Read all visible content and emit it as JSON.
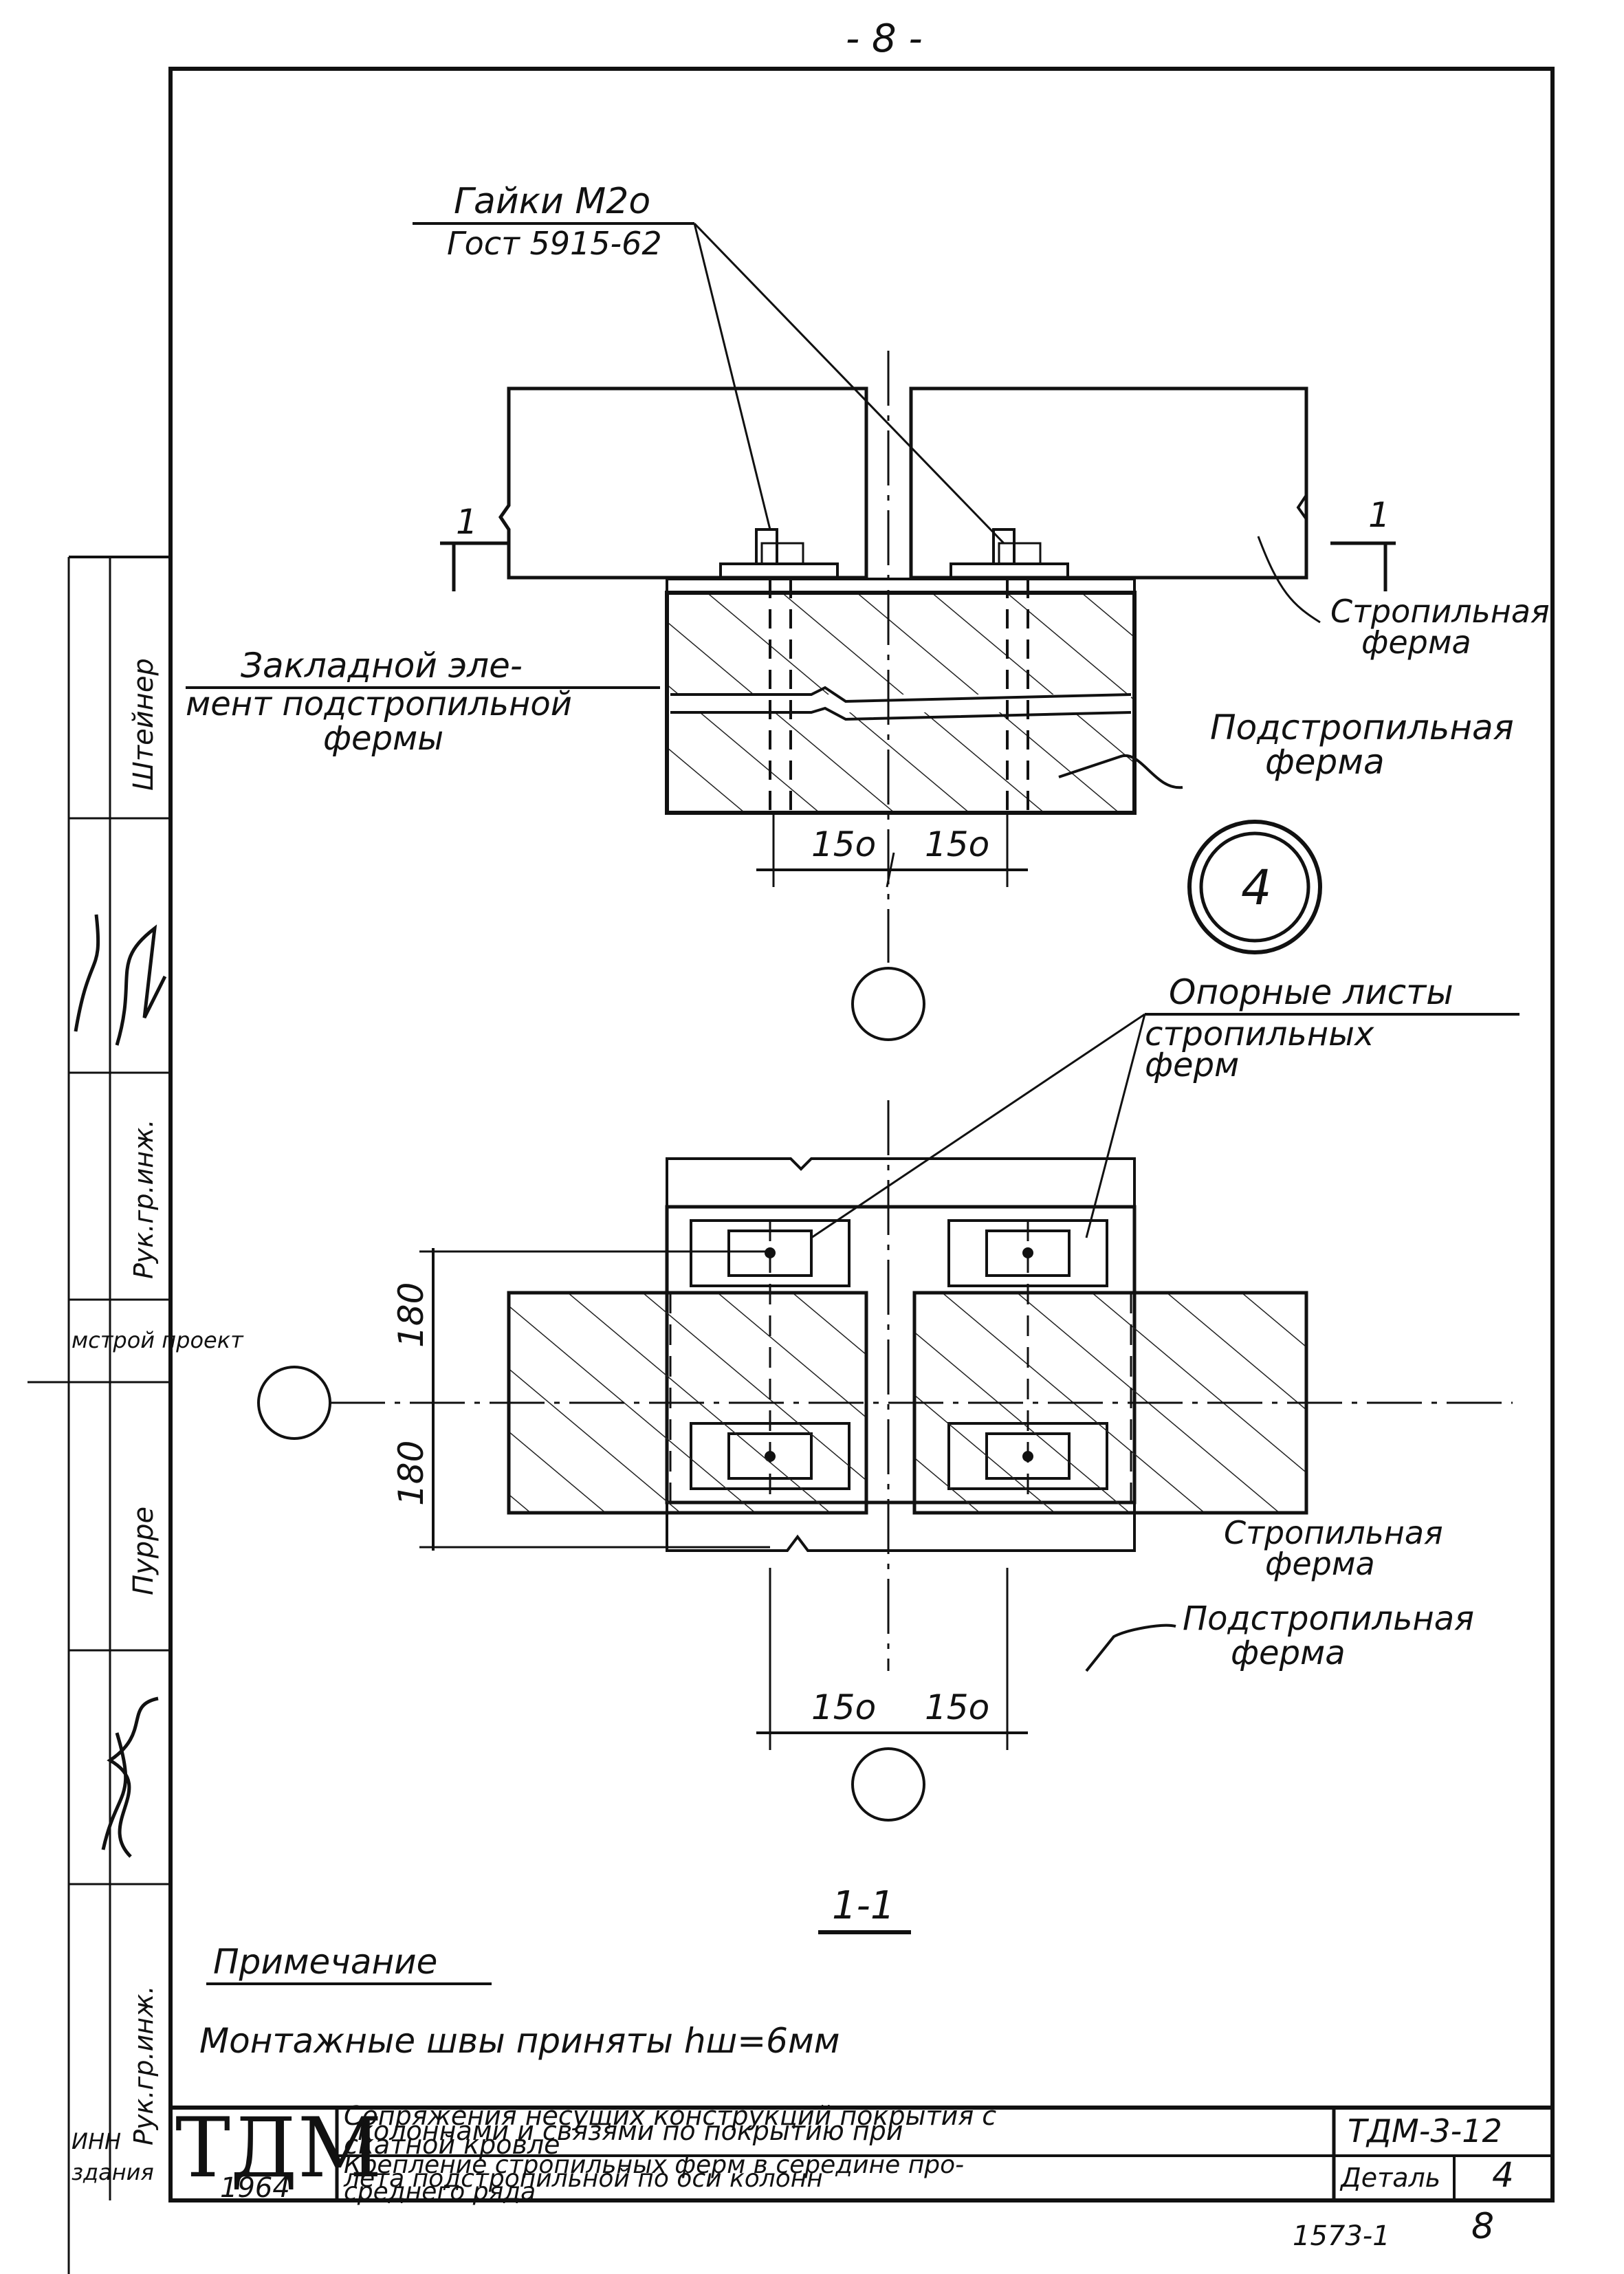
{
  "page_number": "- 8 -",
  "labels": {
    "nuts": "Гайки М2о",
    "nuts_standard": "Гост 5915-62",
    "embedded_1": "Закладной эле-",
    "embedded_2": "мент подстропильной",
    "embedded_3": "фермы",
    "rafter_truss_1": "Стропильная",
    "rafter_truss_2": "ферма",
    "sub_truss_1": "Подстропильная",
    "sub_truss_2": "ферма",
    "support_sheets_1": "Опорные листы",
    "support_sheets_2": "стропильных",
    "support_sheets_3": "ферм",
    "rafter_truss_b1": "Стропильная",
    "rafter_truss_b2": "ферма",
    "sub_truss_b1": "Подстропильная",
    "sub_truss_b2": "ферма"
  },
  "detail_number": "4",
  "section_marks": {
    "left": "1",
    "right": "1",
    "title": "1-1"
  },
  "dimensions": {
    "top_left": "15о",
    "top_right": "15о",
    "bottom_left": "15о",
    "bottom_right": "15о",
    "vert_top": "180",
    "vert_bottom": "180"
  },
  "note": {
    "title": "Примечание",
    "text": "Монтажные швы приняты hш=6мм"
  },
  "side_stamp": {
    "cells": [
      "Штейнер",
      "Пурре",
      "Рук.гр.инж.",
      "Рук.гр.инж.",
      "мстрой проект"
    ],
    "bottom": [
      "ИНН",
      "здания"
    ]
  },
  "title_block": {
    "org": "ТДМ",
    "year": "1964",
    "title_line1": "Сопряжения несущих конструкций покрытия с",
    "title_line2": "колоннами и связями по покрытию при",
    "title_line3": "скатной кровле",
    "subtitle_line1": "Крепление стропильных ферм в середине про-",
    "subtitle_line2": "лета подстропильной по оси колонн",
    "subtitle_line3": "среднего ряда",
    "code": "ТДМ-3-12",
    "detail_label": "Деталь",
    "detail_value": "4"
  },
  "footer_code": "1573-1",
  "footer_sheet": "8"
}
